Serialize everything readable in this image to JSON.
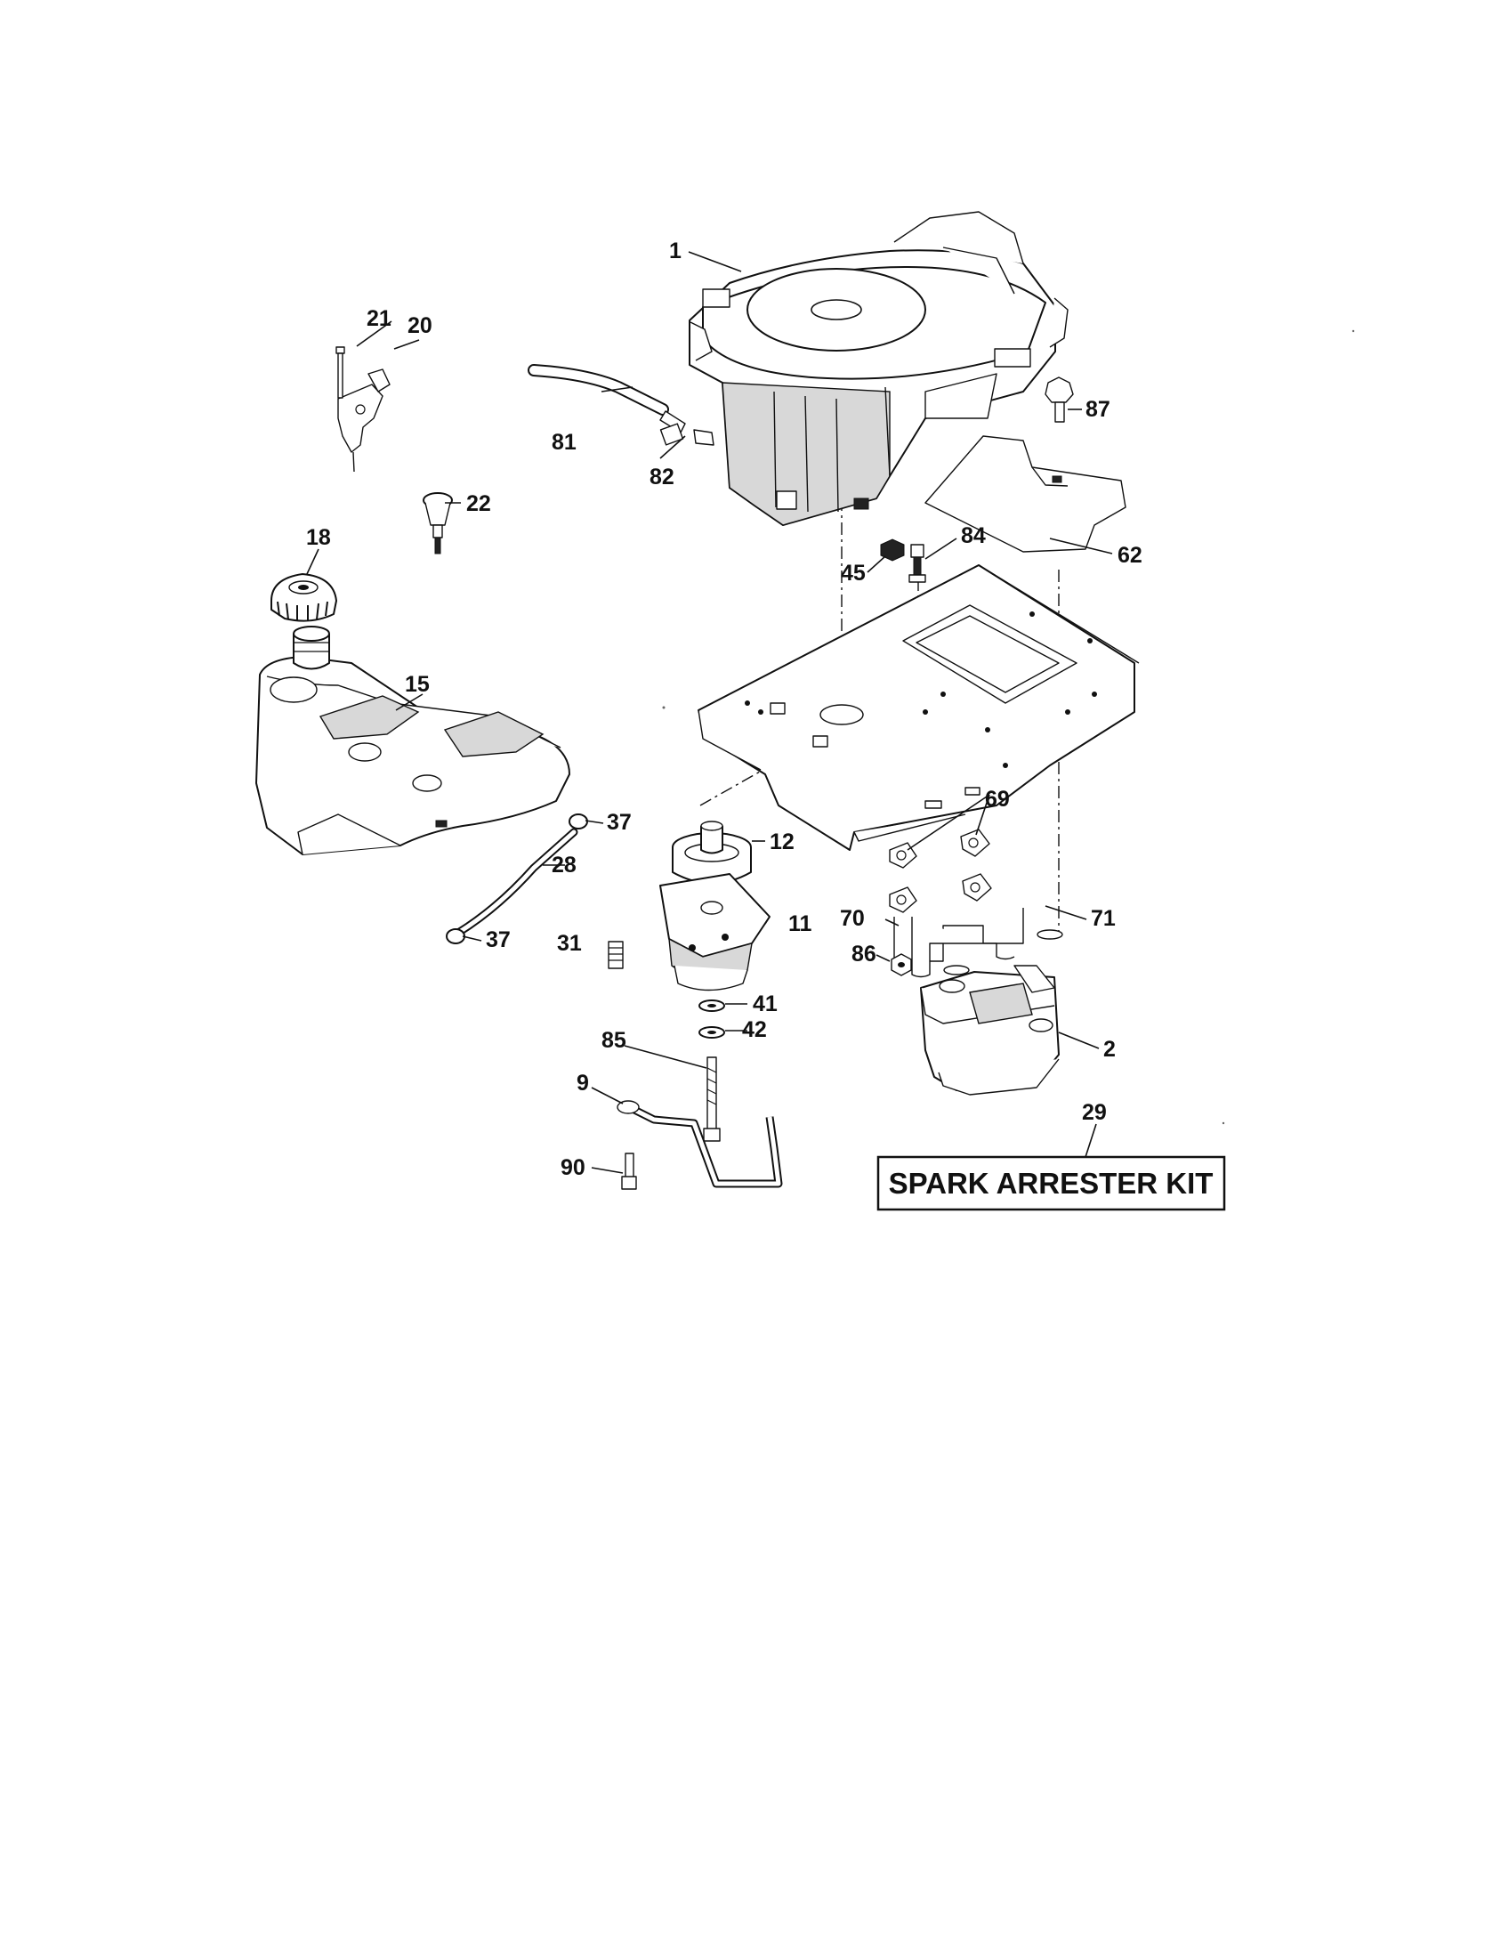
{
  "callouts": {
    "p1": "1",
    "p2": "2",
    "p9": "9",
    "p11": "11",
    "p12": "12",
    "p15": "15",
    "p18": "18",
    "p20": "20",
    "p21": "21",
    "p22": "22",
    "p28": "28",
    "p29": "29",
    "p31": "31",
    "p37a": "37",
    "p37b": "37",
    "p41": "41",
    "p42": "42",
    "p45": "45",
    "p62": "62",
    "p69": "69",
    "p70": "70",
    "p71": "71",
    "p81": "81",
    "p82": "82",
    "p84": "84",
    "p85": "85",
    "p86": "86",
    "p87": "87",
    "p90": "90"
  },
  "kit": {
    "label": "SPARK ARRESTER KIT"
  }
}
